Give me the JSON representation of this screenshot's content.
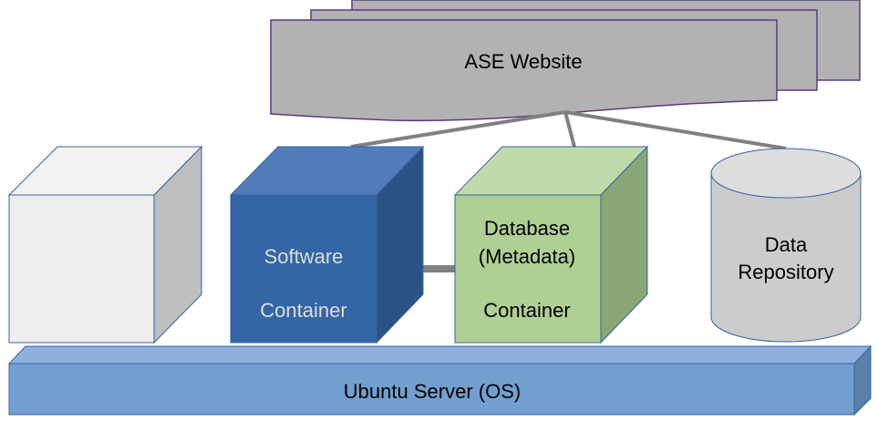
{
  "diagram": {
    "website": {
      "label": "ASE Website",
      "fill": "#b2b2b2",
      "stroke": "#5a3a86"
    },
    "blank_container": {
      "label": "",
      "front": "#eeeeee",
      "top": "#f2f2f2",
      "side": "#bfbfbf",
      "stroke": "#3465a4"
    },
    "software_container": {
      "line1": "Software",
      "line2": "Container",
      "front": "#3465a4",
      "top": "#527dba",
      "side": "#2a5282",
      "text_color": "#dddddd"
    },
    "database_container": {
      "line1": "Database",
      "line2": "(Metadata)",
      "line3": "Container",
      "front": "#afd095",
      "top": "#c0dbab",
      "side": "#8aa674",
      "text_color": "#000000"
    },
    "data_repository": {
      "line1": "Data",
      "line2": "Repository",
      "fill": "#cccccc",
      "top": "#dddddd",
      "stroke": "#3465a4"
    },
    "os_layer": {
      "label": "Ubuntu Server (OS)",
      "front": "#729fcf",
      "top": "#8db1dc",
      "side": "#5a7fa8",
      "stroke": "#3465a4"
    },
    "connector_color": "#808080"
  }
}
